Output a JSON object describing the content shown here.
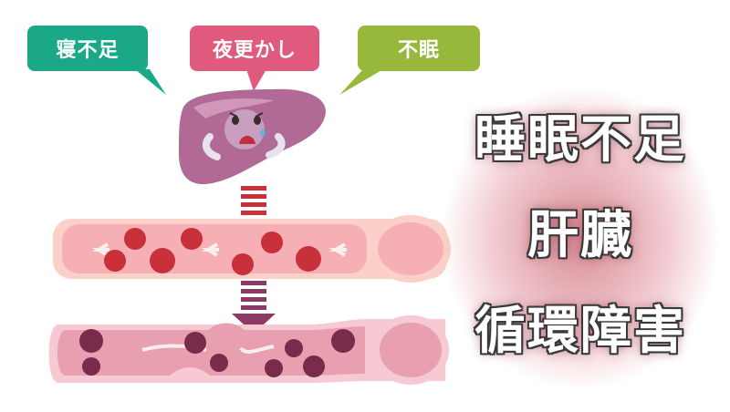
{
  "causes": [
    {
      "label": "寝不足",
      "color": "#1aa887"
    },
    {
      "label": "夜更かし",
      "color": "#e05a7d"
    },
    {
      "label": "不眠",
      "color": "#97b83a"
    }
  ],
  "headline": {
    "line1": "睡眠不足",
    "line2": "肝臓",
    "line3": "循環障害"
  },
  "icons": [
    "liver-character-icon",
    "arrow-down-icon",
    "blood-cell-icon"
  ],
  "colors": {
    "vessel_healthy": "#f6b0b5",
    "vessel_damaged": "#e8a0b0",
    "liver": "#b06a95",
    "arrow_red": "#c8303a",
    "arrow_purple": "#8a3a64"
  }
}
